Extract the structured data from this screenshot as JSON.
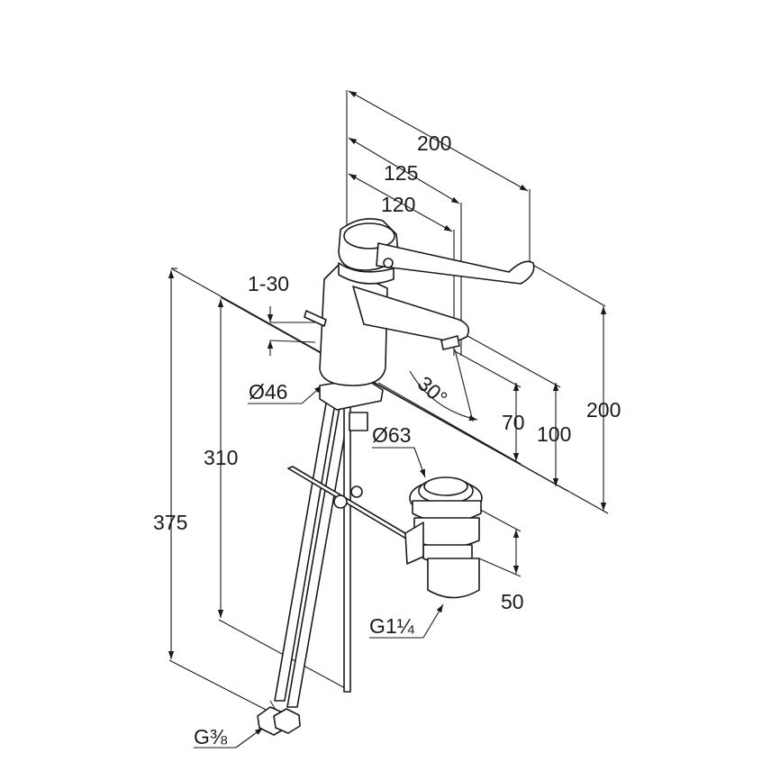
{
  "dimensions": {
    "top_200": "200",
    "top_125": "125",
    "top_120": "120",
    "right_200": "200",
    "right_100": "100",
    "right_70": "70",
    "drain_50": "50",
    "left_375": "375",
    "left_310": "310",
    "lever_range": "1-30",
    "angle": "30°",
    "body_diameter": "Ø46",
    "drain_diameter": "Ø63",
    "drain_thread": "G1¼",
    "hose_thread": "G⅜"
  },
  "colors": {
    "line": "#1a1a1a",
    "background": "#ffffff"
  }
}
